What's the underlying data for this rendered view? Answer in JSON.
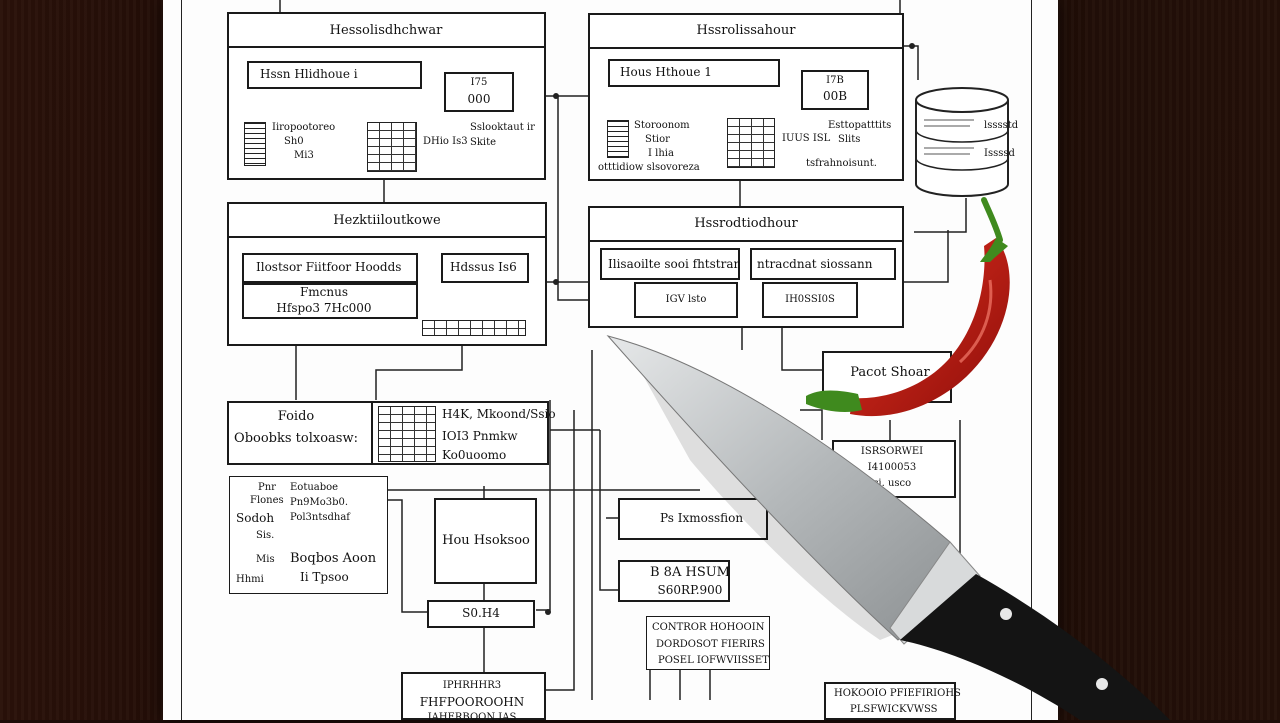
{
  "top_left": {
    "title": "Hessolisdhchwar",
    "field": "Hssn Hlidhoue i",
    "box_a": "I75",
    "box_b": "000",
    "list_lines": [
      "Iiropootoreo",
      "Sh0",
      "Mi3"
    ],
    "mid": "DHio Is3",
    "right_lines": [
      "Sslooktaut ir",
      "Skite"
    ]
  },
  "top_right": {
    "title": "Hssrolissahour",
    "field": "Hous Hthoue 1",
    "box_a": "I7B",
    "box_b": "00B",
    "list_lines": [
      "Storoonom",
      "Stior",
      "I lhia"
    ],
    "footer": "otttidiow slsovoreza",
    "mid": "IUUS ISL",
    "right_lines": [
      "Esttopatttits",
      "Slits"
    ],
    "note": "tsfrahnoisunt."
  },
  "mid_left": {
    "title": "Hezktiiloutkowe",
    "field_a": "Ilostsor Fiitfoor Hoodds",
    "field_b": "Hdssus Is6",
    "field_c": "Fmcnus",
    "field_d": "Hfspo3 7Hc000"
  },
  "mid_right": {
    "title": "Hssrodtiodhour",
    "field_a": "Ilisaoilte sooi fhtstrar",
    "field_b": "ntracdnat siossann",
    "field_c": "IGV lsto",
    "field_d": "IH0SSI0S"
  },
  "left_row3": {
    "a": "Foido",
    "b": "Oboobks tolxoasw:",
    "c": "H4K, Mkoond/Ssio",
    "d": "IOI3   Pnmkw",
    "e": "Ko0uoomo"
  },
  "left_row4": {
    "lines_a": [
      "Pnr",
      "Flones",
      "Sodoh",
      "Sis.",
      "Mis",
      "Hhmi"
    ],
    "lines_b": [
      "Eotuaboe",
      "Pn9Mo3b0.",
      "Pol3ntsdhaf",
      "Boqbos Aoon",
      "Ii  Tpsoo"
    ],
    "box": "Hou Hsoksoo",
    "small": "S0.H4"
  },
  "lower_mid": {
    "a": "Ps  Ixmossfion",
    "b": "B 8A HSUM",
    "c": "S60RP.900",
    "d": "CONTROR HOHOOIN",
    "e": "DORDOSOT FIERIRS",
    "f": "POSEL IOFWVIISSET"
  },
  "right_col": {
    "a": "Pacot Shoar",
    "b": "ISRSORWEI",
    "c": "I4100053",
    "d": "ci. usco",
    "e": "HOKOOIO PFIEFIRIOHS",
    "f": "PLSFWICKVWSS"
  },
  "bottom": {
    "a": "IPHRHHR3",
    "b": "FHFPOOROOHN",
    "c": "IAHERBOON   IAS"
  },
  "database": {
    "lines": [
      "lsssstd",
      "Issssd"
    ]
  },
  "colors": {
    "chili": "#c61a14",
    "chili_stem": "#3f8a1e",
    "blade": "#b8bcbe",
    "handle": "#141414",
    "wood": "#1c0c08"
  }
}
